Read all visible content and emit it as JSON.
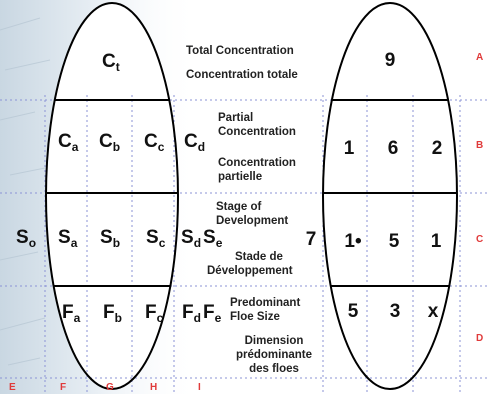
{
  "left_egg": {
    "ct": {
      "base": "C",
      "sub": "t"
    },
    "partial": [
      {
        "base": "C",
        "sub": "a"
      },
      {
        "base": "C",
        "sub": "b"
      },
      {
        "base": "C",
        "sub": "c"
      },
      {
        "base": "C",
        "sub": "d"
      }
    ],
    "stage": [
      {
        "base": "S",
        "sub": "o"
      },
      {
        "base": "S",
        "sub": "a"
      },
      {
        "base": "S",
        "sub": "b"
      },
      {
        "base": "S",
        "sub": "c"
      },
      {
        "base": "S",
        "sub": "d"
      },
      {
        "base": "S",
        "sub": "e"
      }
    ],
    "floe": [
      {
        "base": "F",
        "sub": "a"
      },
      {
        "base": "F",
        "sub": "b"
      },
      {
        "base": "F",
        "sub": "c"
      },
      {
        "base": "F",
        "sub": "d"
      },
      {
        "base": "F",
        "sub": "e"
      }
    ]
  },
  "captions": {
    "total_en": "Total Concentration",
    "total_fr": "Concentration totale",
    "partial_en_1": "Partial",
    "partial_en_2": "Concentration",
    "partial_fr_1": "Concentration",
    "partial_fr_2": "partielle",
    "stage_en_1": "Stage of",
    "stage_en_2": "Development",
    "stage_fr_1": "Stade de",
    "stage_fr_2": "Développement",
    "floe_en_1": "Predominant",
    "floe_en_2": "Floe Size",
    "floe_fr_1": "Dimension",
    "floe_fr_2": "prédominante",
    "floe_fr_3": "des floes"
  },
  "right_egg": {
    "total": "9",
    "partial": [
      "1",
      "6",
      "2"
    ],
    "stage_left": "7",
    "stage": [
      "1•",
      "5",
      "1"
    ],
    "floe": [
      "5",
      "3",
      "x"
    ]
  },
  "row_labels": [
    "A",
    "B",
    "C",
    "D"
  ],
  "col_labels": [
    "E",
    "F",
    "G",
    "H",
    "I"
  ],
  "colors": {
    "label_red": "#e03a3a",
    "grid_blue": "#8b93d6",
    "outline": "#000000"
  }
}
